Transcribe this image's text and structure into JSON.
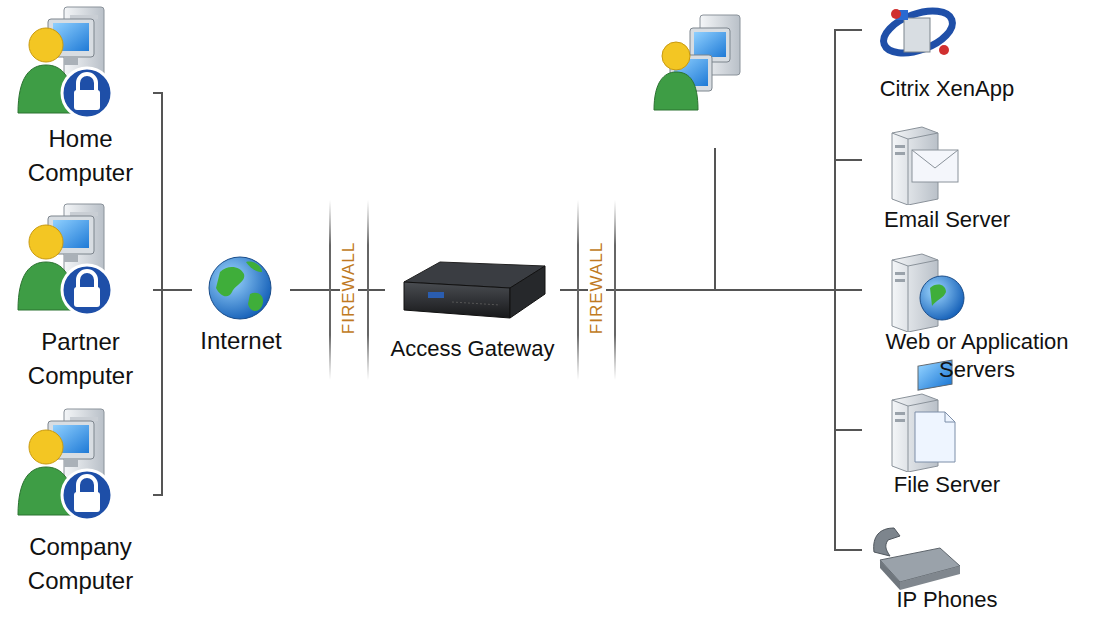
{
  "diagram": {
    "nodes": [
      {
        "text": [
          "Home Computer"
        ]
      },
      {
        "text": [
          "Partner Computer"
        ]
      },
      {
        "text": [
          "Company Computer"
        ]
      },
      {
        "text": [
          "Internet"
        ]
      },
      {
        "text": [
          "Access Gateway"
        ]
      },
      {
        "text": [
          "Citrix XenApp"
        ]
      },
      {
        "text": [
          "Email Server"
        ]
      },
      {
        "text": [
          "Web or Application Servers"
        ]
      },
      {
        "text": [
          "File Server"
        ]
      },
      {
        "text": [
          "IP Phones"
        ]
      }
    ],
    "edges": [
      {
        "from": 0,
        "to": 3,
        "arrow": "none"
      },
      {
        "from": 1,
        "to": 3,
        "arrow": "none"
      },
      {
        "from": 2,
        "to": 3,
        "arrow": "none"
      },
      {
        "from": 3,
        "to": 4,
        "arrow": "none"
      },
      {
        "from": 4,
        "to": 5,
        "arrow": "none"
      },
      {
        "from": 4,
        "to": 6,
        "arrow": "none"
      },
      {
        "from": 4,
        "to": 7,
        "arrow": "none"
      },
      {
        "from": 4,
        "to": 8,
        "arrow": "none"
      },
      {
        "from": 4,
        "to": 9,
        "arrow": "none"
      }
    ],
    "labels": [
      "FIREWALL",
      "FIREWALL"
    ]
  }
}
